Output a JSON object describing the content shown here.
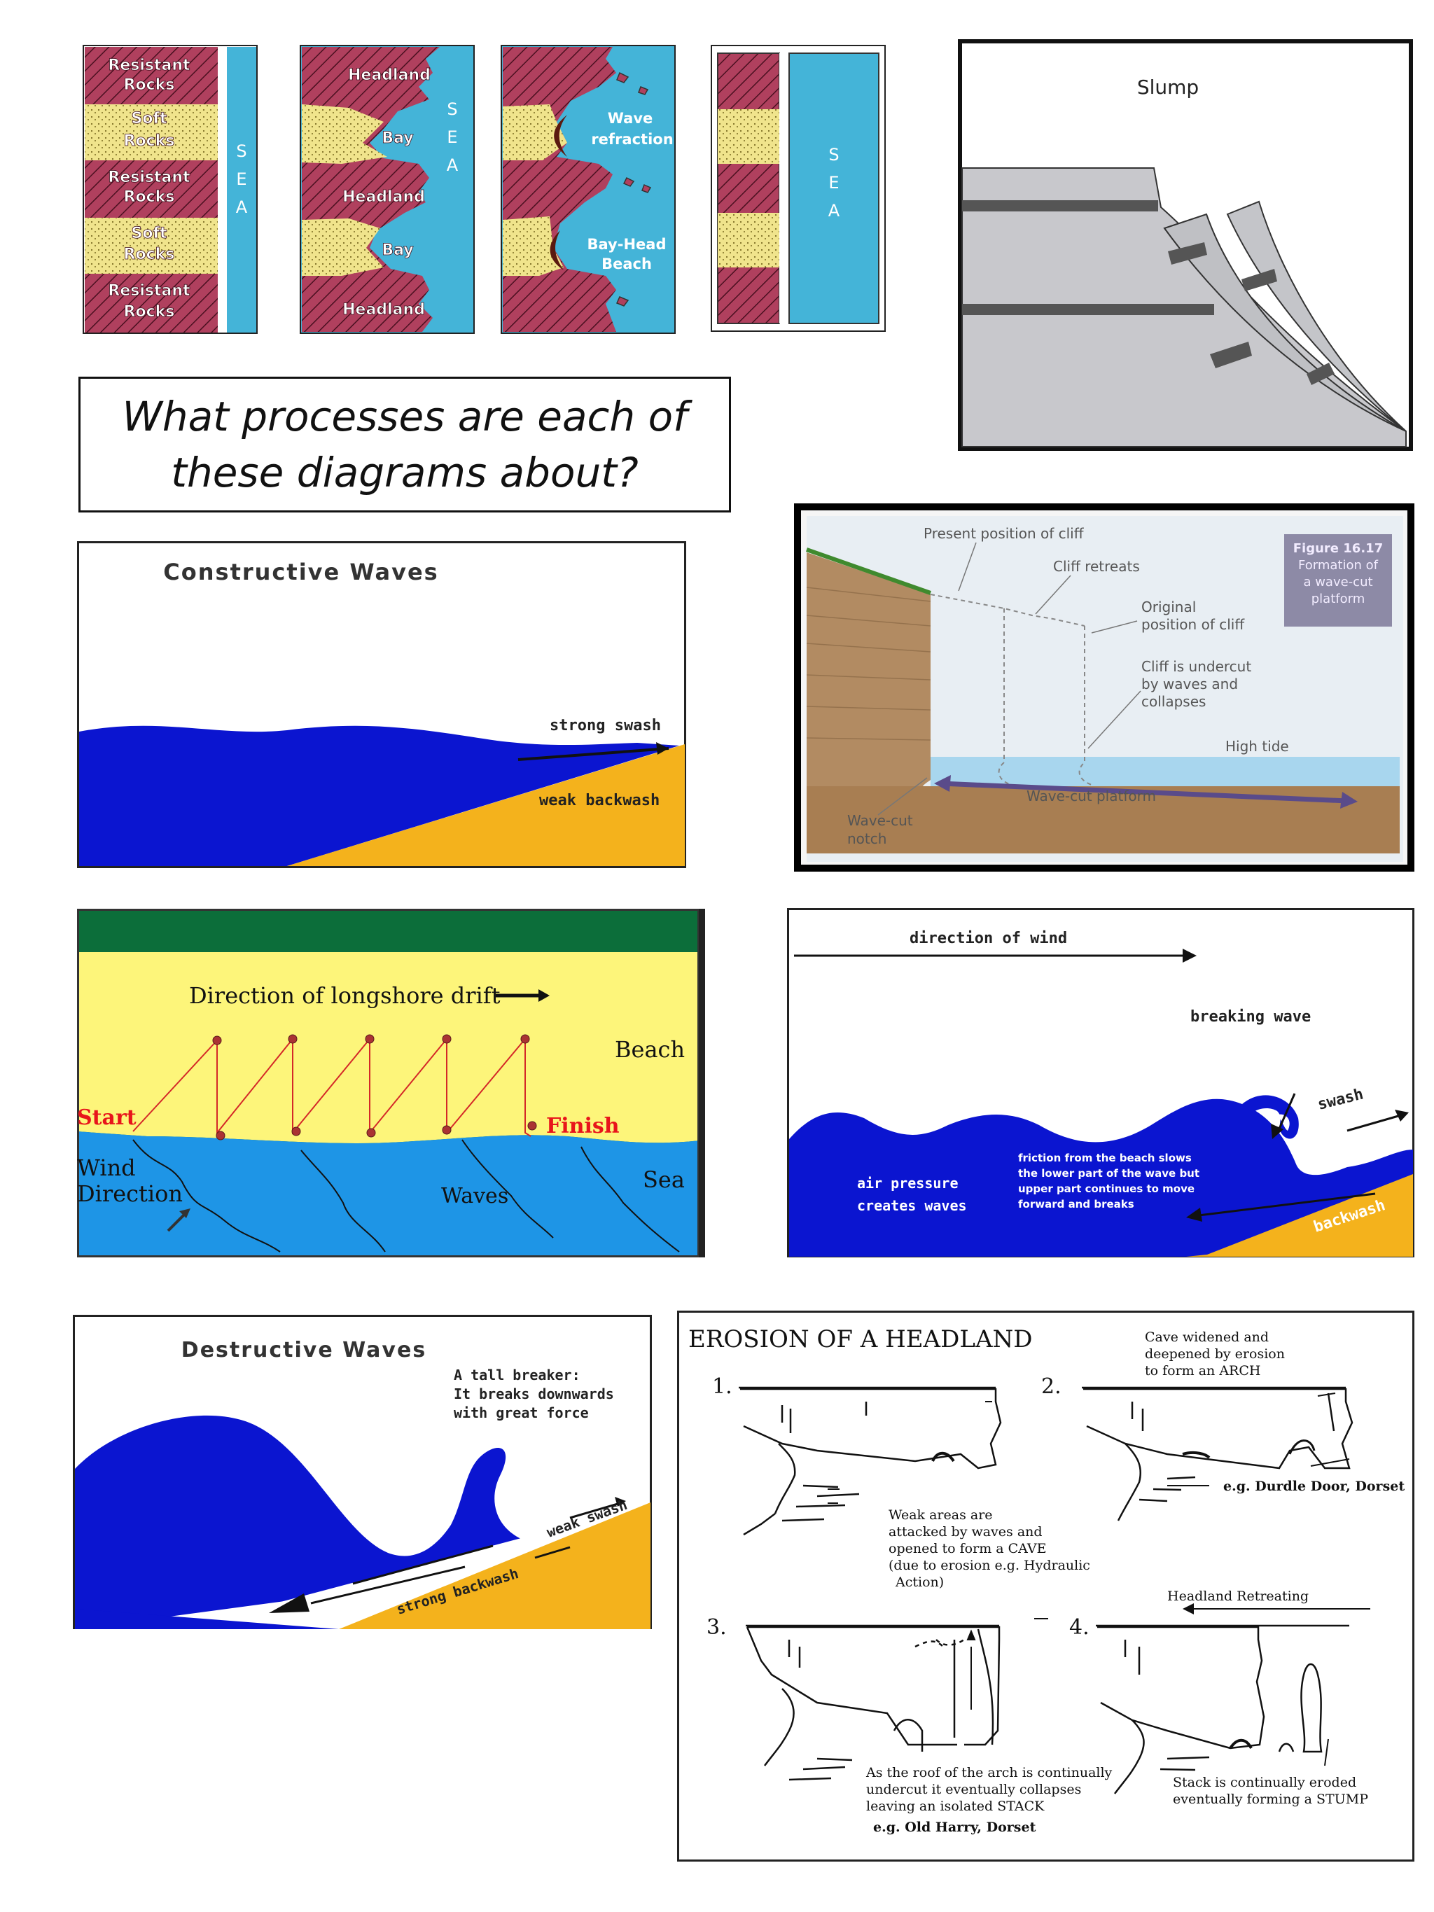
{
  "question": {
    "line1": "What processes are each of",
    "line2": "these diagrams about?"
  },
  "rock_strips": {
    "strip1": {
      "labels": [
        "Resistant",
        "Rocks",
        "Soft",
        "Rocks",
        "Resistant",
        "Rocks",
        "Soft",
        "Rocks",
        "Resistant",
        "Rocks"
      ],
      "sea": [
        "S",
        "E",
        "A"
      ]
    },
    "strip2": {
      "labels": [
        "Headland",
        "Bay",
        "Headland",
        "Bay",
        "Headland"
      ],
      "sea": [
        "S",
        "E",
        "A"
      ]
    },
    "strip3": {
      "labels": [
        "Wave",
        "refraction",
        "Bay-Head",
        "Beach"
      ]
    },
    "strip4": {
      "sea": [
        "S",
        "E",
        "A"
      ]
    }
  },
  "slump": {
    "title": "Slump"
  },
  "constructive": {
    "title": "Constructive Waves",
    "swash": "strong swash",
    "backwash": "weak backwash"
  },
  "wave_cut": {
    "fig_lines": [
      "Figure 16.17",
      "Formation of",
      "a wave-cut",
      "platform"
    ],
    "present": "Present position of cliff",
    "retreats": "Cliff retreats",
    "original1": "Original",
    "original2": "position of cliff",
    "undercut": [
      "Cliff is undercut",
      "by waves and",
      "collapses"
    ],
    "high_tide": "High tide",
    "platform": "Wave-cut platform",
    "notch1": "Wave-cut",
    "notch2": "notch"
  },
  "longshore": {
    "title": "Direction of longshore drift",
    "beach": "Beach",
    "start": "Start",
    "finish": "Finish",
    "wind1": "Wind",
    "wind2": "Direction",
    "waves": "Waves",
    "sea": "Sea"
  },
  "breaking": {
    "wind": "direction of wind",
    "breaking_wave": "breaking wave",
    "swash": "swash",
    "air1": "air pressure",
    "air2": "creates waves",
    "friction": [
      "friction from the beach slows",
      "the lower part of the wave but",
      "upper part continues to move",
      "forward and breaks"
    ],
    "backwash": "backwash"
  },
  "destructive": {
    "title": "Destructive Waves",
    "breaker": [
      "A tall breaker:",
      "It breaks downwards",
      "with great force"
    ],
    "swash": "weak swash",
    "backwash": "strong backwash"
  },
  "headland": {
    "title": "EROSION OF A HEADLAND",
    "n1": "1.",
    "n2": "2.",
    "n3": "3.",
    "n4": "4.",
    "cave": [
      "Weak areas are",
      "attacked by waves and",
      "opened to form a CAVE",
      "(due to erosion e.g. Hydraulic",
      "Action)"
    ],
    "arch": [
      "Cave widened and",
      "deepened by erosion",
      "to form an ARCH"
    ],
    "durdle": "e.g. Durdle Door, Dorset",
    "retreat": "Headland Retreating",
    "stack": [
      "As the roof of the arch is continually",
      "undercut it eventually collapses",
      "leaving an isolated STACK"
    ],
    "old_harry": "e.g. Old Harry, Dorset",
    "stump": [
      "Stack is continually eroded",
      "eventually forming a STUMP"
    ]
  },
  "colors": {
    "rock": "#b0405e",
    "soft": "#f0e48c",
    "sea": "#44b4d8",
    "deep": "#0b15d0",
    "sand": "#f4b21c"
  }
}
